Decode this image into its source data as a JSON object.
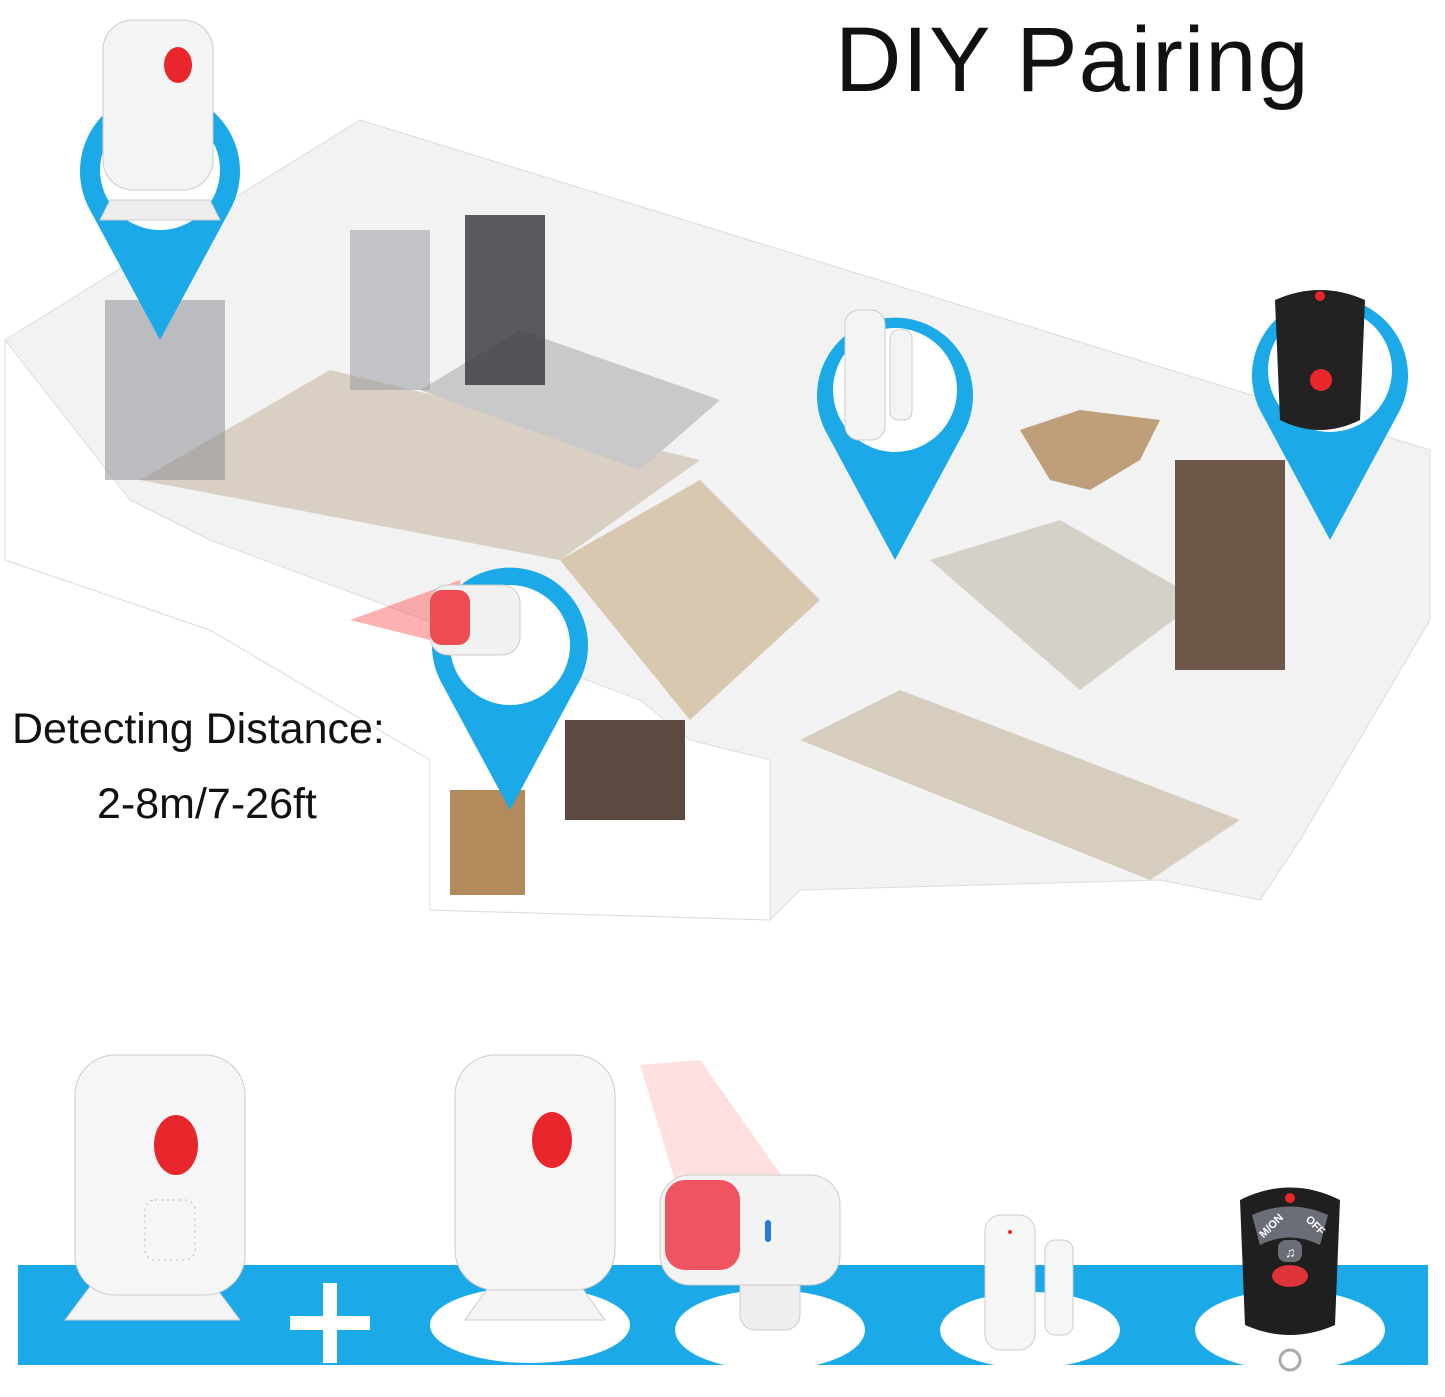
{
  "heading": "DIY Pairing",
  "detecting": {
    "label": "Detecting Distance:",
    "value": "2-8m/7-26ft"
  },
  "remote": {
    "button_on": "M/ON",
    "button_off": "OFF"
  },
  "colors": {
    "accent_blue": "#1ba9e8",
    "sensor_red": "#e8262b",
    "device_white": "#f4f4f4"
  }
}
